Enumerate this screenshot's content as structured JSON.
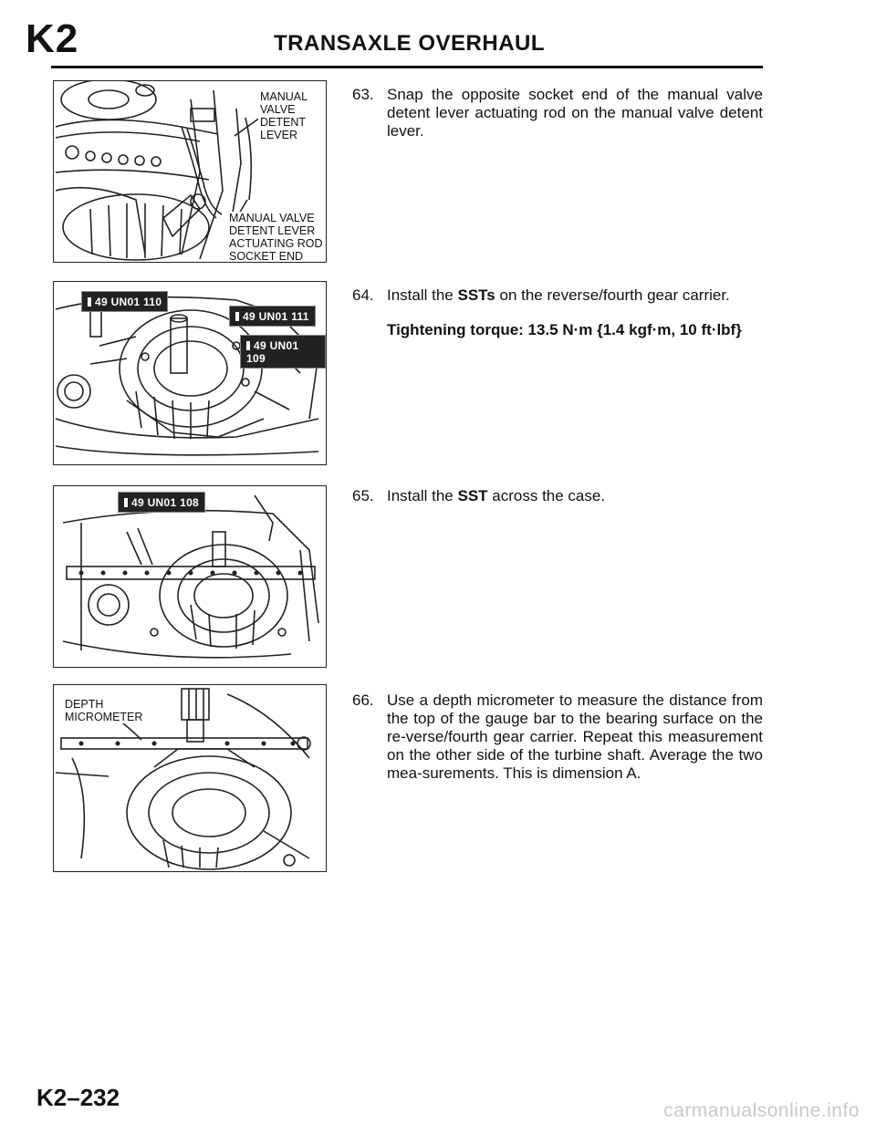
{
  "header": {
    "section_code": "K2",
    "title": "TRANSAXLE OVERHAUL"
  },
  "figures": {
    "fig1": {
      "callout_top": "MANUAL\nVALVE\nDETENT\nLEVER",
      "callout_bottom": "MANUAL VALVE\nDETENT LEVER\nACTUATING ROD\nSOCKET END"
    },
    "fig2": {
      "tags": [
        "49 UN01 110",
        "49 UN01 111",
        "49 UN01 109"
      ]
    },
    "fig3": {
      "tags": [
        "49 UN01 108"
      ]
    },
    "fig4": {
      "callout": "DEPTH\nMICROMETER"
    }
  },
  "steps": [
    {
      "number": "63.",
      "text": "Snap the opposite socket end of the manual valve detent lever actuating rod on the manual valve detent lever."
    },
    {
      "number": "64.",
      "text_before": "Install the ",
      "bold": "SSTs",
      "text_after": " on the reverse/fourth gear carrier.",
      "torque": "Tightening torque: 13.5 N·m {1.4 kgf·m, 10 ft·lbf}"
    },
    {
      "number": "65.",
      "text_before": "Install the ",
      "bold": "SST",
      "text_after": " across the case."
    },
    {
      "number": "66.",
      "text": "Use a depth micrometer to measure the distance from the top of the gauge bar to the bearing surface on the re-verse/fourth gear carrier. Repeat this measurement on the other side of the turbine shaft. Average the two mea-surements. This is dimension A."
    }
  ],
  "footer": {
    "page_number": "K2–232",
    "watermark": "carmanualsonline.info"
  }
}
